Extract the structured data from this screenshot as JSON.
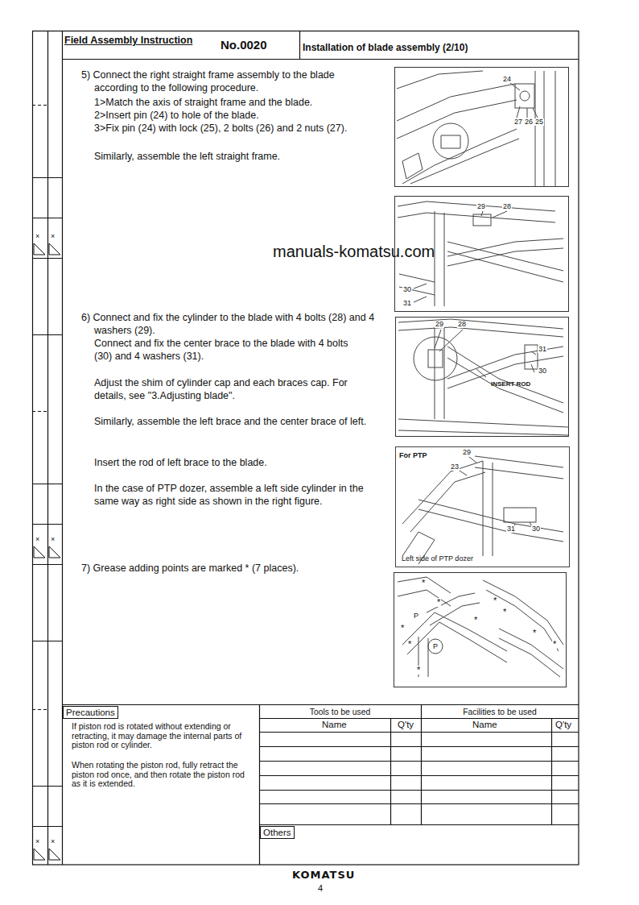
{
  "diagram": {
    "title": "Field Assembly Instruction",
    "nodes": [
      {
        "text": [
          "Field Assembly Instruction",
          "No.0020"
        ]
      },
      {
        "text": [
          "Installation of blade assembly (2/10)"
        ]
      },
      {
        "text": [
          "5) Connect the right straight frame assembly to the blade according to the following procedure.",
          "1>Match the axis of straight frame and the blade.",
          "2>Insert pin (24) to hole of the blade.",
          "3>Fix pin (24) with lock (25), 2 bolts (26) and 2 nuts (27).",
          "Similarly, assemble the left straight frame.",
          "6) Connect and fix the cylinder to the blade with 4 bolts (28) and 4 washers (29).",
          "Connect and fix the center brace to the blade with 4 bolts (30) and 4 washers (31).",
          "Adjust the shim of cylinder cap and each braces cap. For details, see \"3.Adjusting blade\".",
          "Similarly, assemble the left brace and the center brace of left.",
          "Insert the rod of left brace to the blade.",
          "In the case of PTP dozer, assemble a left side cylinder in the same way as right side as shown in the right figure.",
          "7) Grease adding points are marked * (7 places)."
        ]
      },
      {
        "text": [
          "INSERT ROD"
        ],
        "in": 2
      },
      {
        "text": [
          "For PTP",
          "Left side of PTP dozer"
        ],
        "in": 2
      },
      {
        "text": [
          "Precautions",
          "If piston rod is rotated without extending or retracting, it may damage the internal parts of piston rod or cylinder.",
          "When rotating the piston rod, fully retract the piston rod once, and then rotate the piston rod as it is extended."
        ]
      },
      {
        "text": [
          "Tools to be used"
        ]
      },
      {
        "text": [
          "Facilities to be used"
        ]
      },
      {
        "text": [
          "Others"
        ]
      }
    ],
    "labels": [
      "24",
      "27",
      "26",
      "25",
      "29",
      "28",
      "30",
      "31",
      "29",
      "28",
      "31",
      "30",
      "29",
      "23",
      "31",
      "30",
      "*",
      "*",
      "P",
      "*",
      "*",
      "*",
      "*",
      "P",
      "*",
      "*",
      "*",
      "*",
      "manuals-komatsu.com",
      "Name",
      "Q'ty",
      "Name",
      "Q'ty",
      "×",
      "×",
      "×",
      "×",
      "×",
      "×",
      "KOMATSU",
      "4"
    ]
  }
}
